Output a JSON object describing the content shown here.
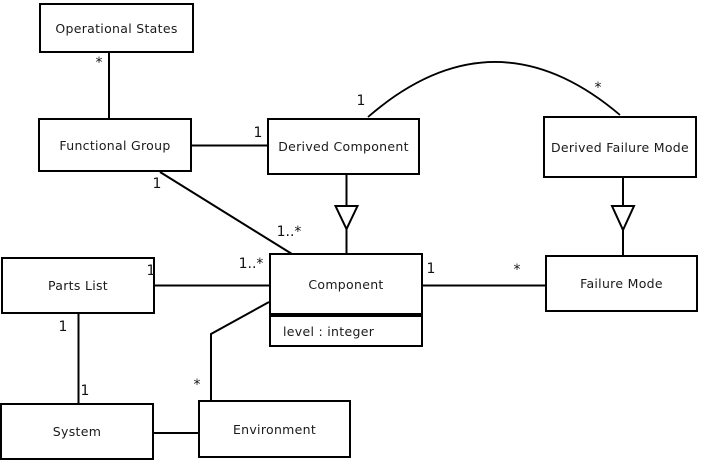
{
  "diagram": {
    "kind": "uml-class-diagram",
    "background_color": "#ffffff",
    "line_color": "#000000",
    "text_color": "#1a1a1a"
  },
  "classes": {
    "operational_states": {
      "name": "Operational States"
    },
    "functional_group": {
      "name": "Functional Group"
    },
    "derived_component": {
      "name": "Derived Component"
    },
    "derived_failure_mode": {
      "name": "Derived Failure Mode"
    },
    "parts_list": {
      "name": "Parts List"
    },
    "component": {
      "name": "Component",
      "attributes": [
        "level : integer"
      ]
    },
    "failure_mode": {
      "name": "Failure Mode"
    },
    "system": {
      "name": "System"
    },
    "environment": {
      "name": "Environment"
    }
  },
  "associations": [
    {
      "from": "Functional Group",
      "to": "Operational States",
      "to_mult": "*"
    },
    {
      "from": "Functional Group",
      "to": "Derived Component",
      "to_mult": "1"
    },
    {
      "from": "Functional Group",
      "to": "Component",
      "from_mult": "1",
      "to_mult": "1..*"
    },
    {
      "from": "Parts List",
      "to": "Component",
      "from_mult": "1",
      "to_mult": "1..*"
    },
    {
      "from": "Component",
      "to": "Failure Mode",
      "from_mult": "1",
      "to_mult": "*"
    },
    {
      "from": "Derived Component",
      "to": "Derived Failure Mode",
      "from_mult": "1",
      "to_mult": "*",
      "shape": "arc"
    },
    {
      "from": "Parts List",
      "to": "System",
      "from_mult": "1",
      "to_mult": "1"
    },
    {
      "from": "System",
      "to": "Environment"
    },
    {
      "from": "Component",
      "to": "Environment",
      "to_mult": "*"
    }
  ],
  "generalizations": [
    {
      "child": "Derived Component",
      "parent": "Component"
    },
    {
      "child": "Derived Failure Mode",
      "parent": "Failure Mode"
    }
  ]
}
